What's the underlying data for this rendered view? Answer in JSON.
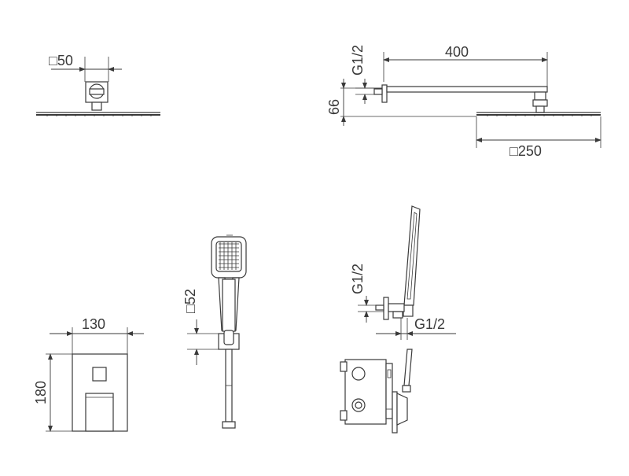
{
  "views": {
    "head_side": {
      "label_square": "□50"
    },
    "arm_side": {
      "label_thread": "G1/2",
      "label_length": "400",
      "label_height": "66",
      "label_head": "□250"
    },
    "plate_front": {
      "label_width": "130",
      "label_height": "180"
    },
    "handheld": {
      "label_square": "□52"
    },
    "assembly": {
      "label_thread_top": "G1/2",
      "label_thread_side": "G1/2"
    }
  }
}
